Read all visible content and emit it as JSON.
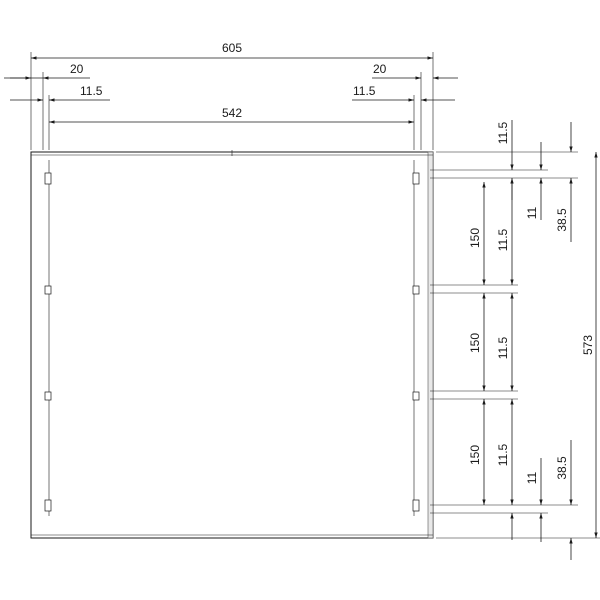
{
  "dims": {
    "overall_width": "605",
    "edge_left": "20",
    "edge_right": "20",
    "inset_left": "11.5",
    "inset_right": "11.5",
    "inner_width": "542",
    "overall_height": "573",
    "top_margin_small": "11.5",
    "top_gap": "11",
    "top_offset": "38.5",
    "spacing_1": "150",
    "spacing_1_small": "11.5",
    "spacing_2": "150",
    "spacing_2_small": "11.5",
    "spacing_3": "150",
    "spacing_3_small": "11.5",
    "bottom_gap": "11",
    "bottom_offset": "38.5"
  }
}
